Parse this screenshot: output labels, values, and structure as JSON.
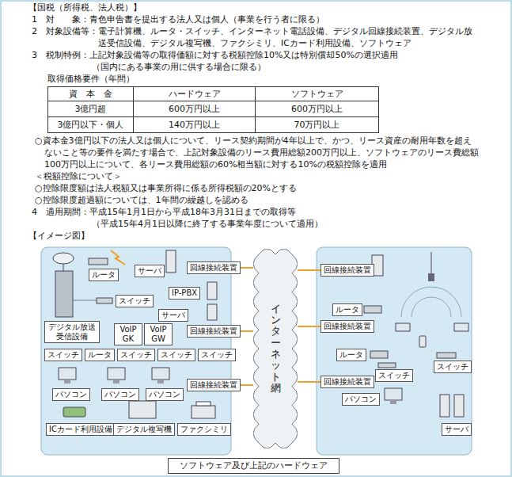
{
  "diagram": {
    "nodes": [
      {
        "text": [
          "ルータ"
        ]
      },
      {
        "text": [
          "サーバ"
        ]
      },
      {
        "text": [
          "回線接続装置"
        ]
      },
      {
        "text": [
          "IP-PBX"
        ]
      },
      {
        "text": [
          "スイッチ"
        ]
      },
      {
        "text": [
          "サーバ"
        ]
      },
      {
        "text": [
          "回線接続装置"
        ]
      },
      {
        "text": [
          "デジタル放送 受信設備"
        ]
      },
      {
        "text": [
          "VoIP GK"
        ]
      },
      {
        "text": [
          "VoIP GW"
        ]
      },
      {
        "text": [
          "スイッチ"
        ]
      },
      {
        "text": [
          "スイッチ"
        ]
      },
      {
        "text": [
          "スイッチ"
        ]
      },
      {
        "text": [
          "ルータ"
        ]
      },
      {
        "text": [
          "スイッチ"
        ]
      },
      {
        "text": [
          "回線接続装置"
        ]
      },
      {
        "text": [
          "パソコン"
        ]
      },
      {
        "text": [
          "パソコン"
        ]
      },
      {
        "text": [
          "パソコン"
        ]
      },
      {
        "text": [
          "ICカード利用設備"
        ]
      },
      {
        "text": [
          "デジタル複写機"
        ]
      },
      {
        "text": [
          "ファクシミリ"
        ]
      },
      {
        "text": [
          "インターネット網"
        ]
      },
      {
        "text": [
          "回線接続装置"
        ]
      },
      {
        "text": [
          "ルータ"
        ]
      },
      {
        "text": [
          "回線接続装置"
        ]
      },
      {
        "text": [
          "ルータ"
        ]
      },
      {
        "text": [
          "スイッチ"
        ]
      },
      {
        "text": [
          "スイッチ"
        ]
      },
      {
        "text": [
          "回線接続装置"
        ]
      },
      {
        "text": [
          "パソコン"
        ]
      },
      {
        "text": [
          "サーバ"
        ]
      },
      {
        "text": [
          "ソフトウェア及び上記のハードウェア"
        ]
      }
    ],
    "edges": [
      {
        "from": 2,
        "to": 22,
        "arrow": "none"
      },
      {
        "from": 6,
        "to": 22,
        "arrow": "none"
      },
      {
        "from": 15,
        "to": 22,
        "arrow": "none"
      },
      {
        "from": 23,
        "to": 22,
        "arrow": "none"
      },
      {
        "from": 25,
        "to": 22,
        "arrow": "none"
      },
      {
        "from": 29,
        "to": 22,
        "arrow": "none"
      }
    ],
    "labels": [
      "【国税（所得税、法人税）】",
      "1　対　　象：青色申告書を提出する法人又は個人（事業を行う者に限る）",
      "2　対象設備等：電子計算機、ルータ・スイッチ、インターネット電話設備、デジタル回線接続装置、デジタル放送受信設備、デジタル複写機、ファクシミリ、ICカード利用設備、ソフトウェア",
      "3　税制特例：上記対象設備等の取得価額に対する税額控除10%又は特別償却50%の選択適用",
      "（国内にある事業の用に供する場合に限る）",
      "取得価格要件（年間）",
      "資　本　金",
      "ハードウェア",
      "ソフトウェア",
      "3億円超",
      "600万円以上",
      "600万円以上",
      "3億円以下・個人",
      "140万円以上",
      "70万円以上",
      "○資本金3億円以下の法人又は個人について、リース契約期間が4年以上で、かつ、リース資産の耐用年数を超えないこと等の要件を満たす場合で、上記対象設備のリース費用総額200万円以上、ソフトウェアのリース費総額100万円以上について、各リース費用総額の60%相当額に対する10%の税額控除を適用",
      "＜税額控除について＞",
      "○控除限度額は法人税額又は事業所得に係る所得税額の20%とする",
      "○控除限度超過額については、1年間の繰越しを認める",
      "4　適用期間：平成15年1月1日から平成18年3月31日までの取得等",
      "（平成15年4月1日以降に終了する事業年度について適用）",
      "【イメージ図】"
    ]
  }
}
